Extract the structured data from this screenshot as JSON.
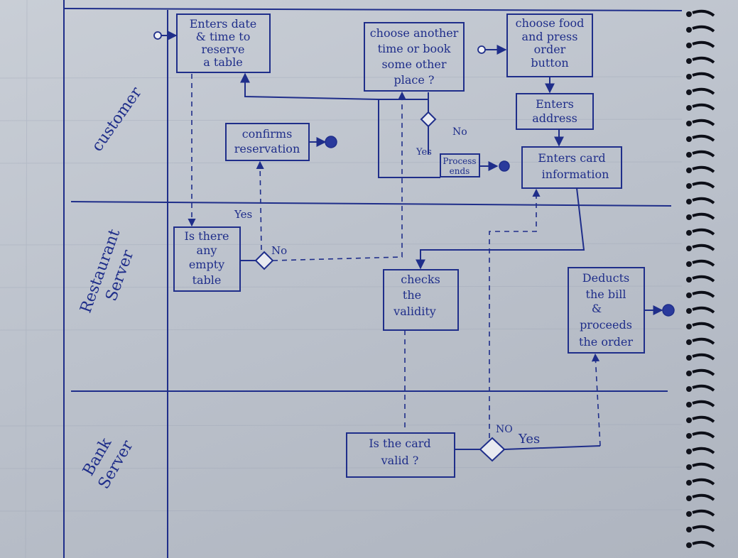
{
  "lanes": {
    "customer": "customer",
    "restaurant": [
      "Restaurant",
      "Server"
    ],
    "bank": [
      "Bank",
      "Server"
    ]
  },
  "boxes": {
    "enters_date": [
      "Enters date",
      "& time to",
      "reserve",
      "a table"
    ],
    "choose_another": [
      "choose another",
      "time or book",
      "some other",
      "place ?"
    ],
    "choose_food": [
      "choose food",
      "and press",
      "order",
      "button"
    ],
    "enters_address": [
      "Enters",
      "address"
    ],
    "confirms_reservation": [
      "confirms",
      "reservation"
    ],
    "process_ends": [
      "Process",
      "ends"
    ],
    "enters_card": [
      "Enters card",
      "information"
    ],
    "is_there_table": [
      "Is there",
      "any",
      "empty",
      "table"
    ],
    "checks_validity": [
      "checks",
      "the",
      "validity"
    ],
    "deducts_bill": [
      "Deducts",
      "the bill",
      "&",
      "proceeds",
      "the order"
    ],
    "is_card_valid": [
      "Is the card",
      "valid ?"
    ]
  },
  "labels": {
    "yes_table": "Yes",
    "no_table": "No",
    "no_process": "No",
    "yes_process": "Yes",
    "no_card": "NO",
    "yes_card": "Yes"
  }
}
